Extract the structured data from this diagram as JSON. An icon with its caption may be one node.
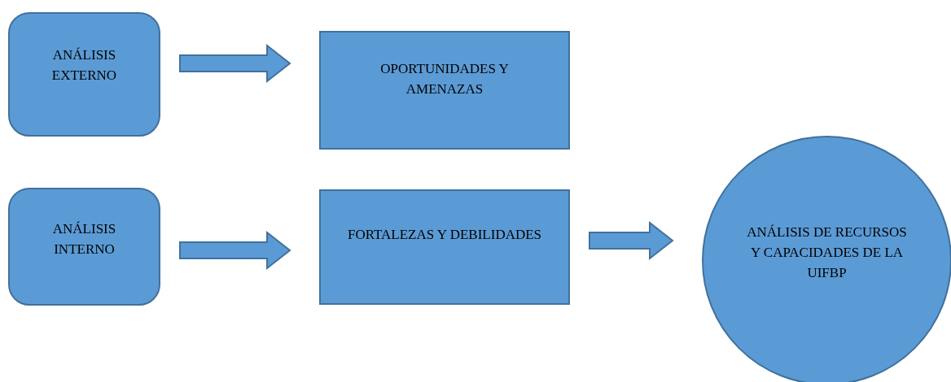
{
  "diagram": {
    "nodes": [
      {
        "text": [
          "ANÁLISIS EXTERNO"
        ]
      },
      {
        "text": [
          "OPORTUNIDADES Y AMENAZAS"
        ]
      },
      {
        "text": [
          "ANÁLISIS INTERNO"
        ]
      },
      {
        "text": [
          "FORTALEZAS Y DEBILIDADES"
        ]
      },
      {
        "text": [
          "ANÁLISIS DE RECURSOS Y CAPACIDADES DE LA UIFBP"
        ]
      }
    ],
    "edges": [
      {
        "from": 0,
        "to": 1,
        "arrow": "to"
      },
      {
        "from": 2,
        "to": 3,
        "arrow": "to"
      },
      {
        "from": 3,
        "to": 4,
        "arrow": "to"
      }
    ]
  }
}
